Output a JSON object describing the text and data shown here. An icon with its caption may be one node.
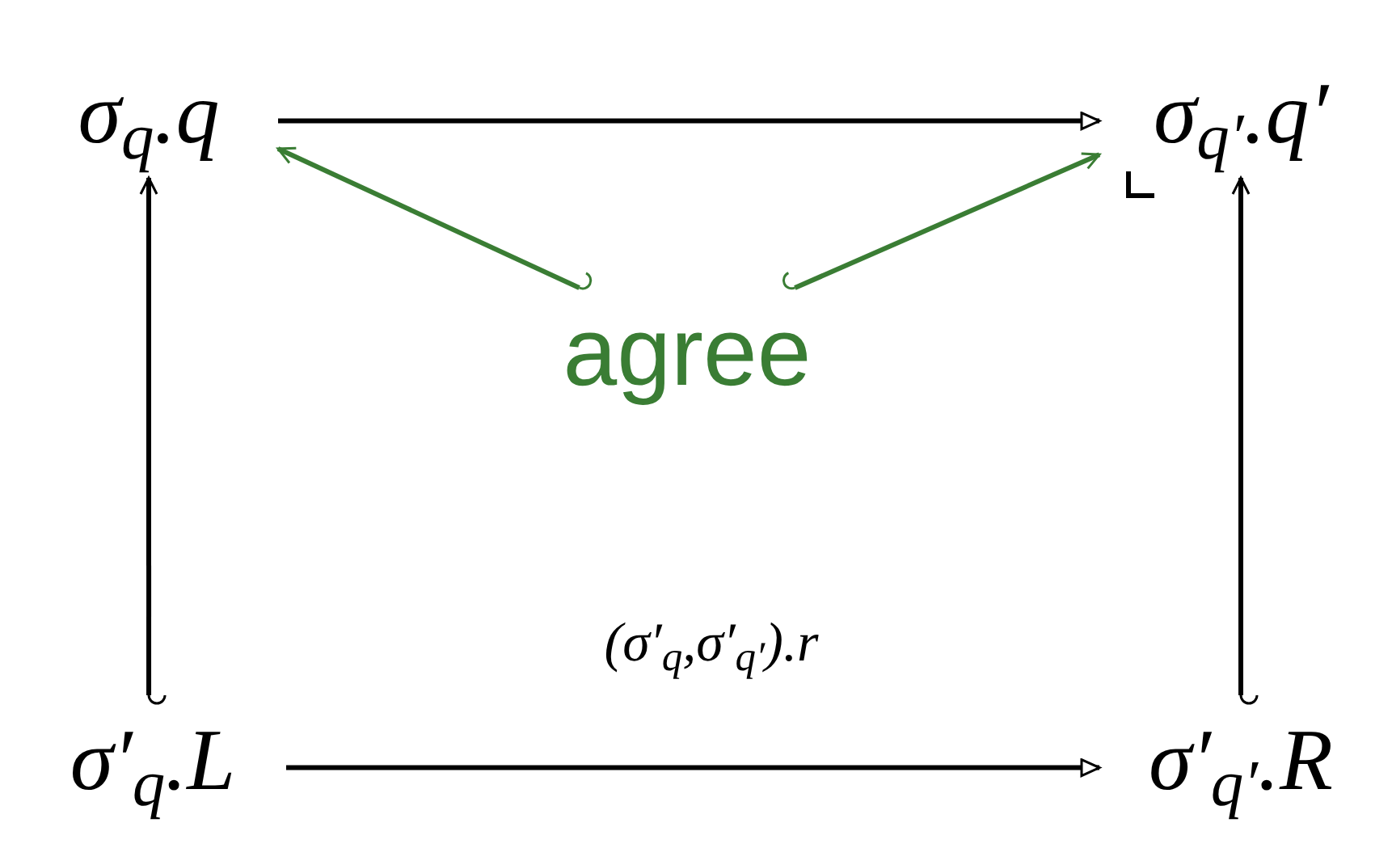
{
  "diagram": {
    "nodes": [
      {
        "text": [
          "σ$_{q}$.q"
        ]
      },
      {
        "text": [
          "σ$_{q′}$.q′"
        ]
      },
      {
        "text": [
          "agree"
        ]
      },
      {
        "text": [
          "σ′$_{q}$.L"
        ]
      },
      {
        "text": [
          "σ′$_{q′}$.R"
        ]
      }
    ],
    "edges": [
      {
        "from": 0,
        "to": 1,
        "arrow": "to"
      },
      {
        "from": 3,
        "to": 4,
        "arrow": "to",
        "label": "(σ′$_{q}$,σ′$_{q′}$).r"
      },
      {
        "from": 3,
        "to": 0,
        "arrow": "to"
      },
      {
        "from": 4,
        "to": 1,
        "arrow": "to"
      },
      {
        "from": 2,
        "to": 0,
        "arrow": "to",
        "color": "#3a7d34"
      },
      {
        "from": 2,
        "to": 1,
        "arrow": "to",
        "color": "#3a7d34"
      }
    ]
  }
}
